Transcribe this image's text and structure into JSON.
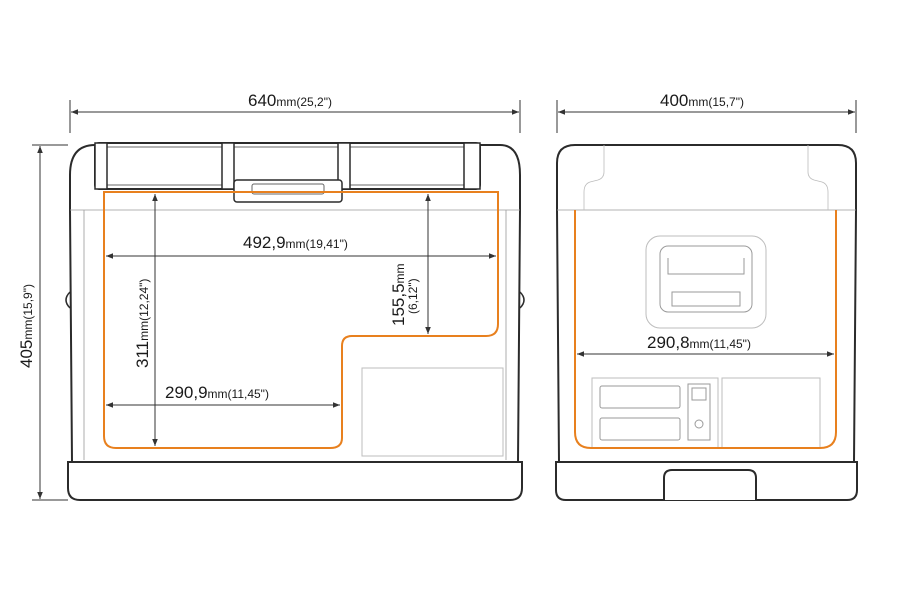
{
  "colors": {
    "outline": "#2b2b2b",
    "cavity": "#e8801e",
    "dimension": "#333333",
    "text": "#1a1a1a"
  },
  "front_view": {
    "width": {
      "value": "640",
      "unit": "mm",
      "inch": "(25,2\")"
    },
    "height": {
      "value": "405",
      "unit": "mm",
      "inch": "(15,9\")"
    },
    "inner_width": {
      "value": "492,9",
      "unit": "mm",
      "inch": "(19,41\")"
    },
    "inner_height": {
      "value": "311",
      "unit": "mm",
      "inch": "(12,24\")"
    },
    "step_height": {
      "value": "155,5",
      "unit": "mm",
      "inch": "(6,12\")"
    },
    "lower_width": {
      "value": "290,9",
      "unit": "mm",
      "inch": "(11,45\")"
    }
  },
  "side_view": {
    "width": {
      "value": "400",
      "unit": "mm",
      "inch": "(15,7\")"
    },
    "inner_width": {
      "value": "290,8",
      "unit": "mm",
      "inch": "(11,45\")"
    }
  }
}
